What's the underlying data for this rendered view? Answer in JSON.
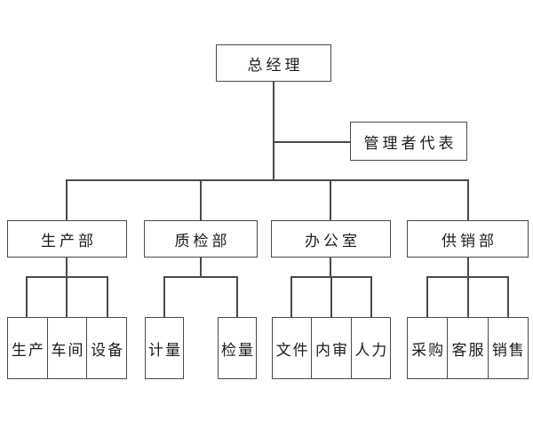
{
  "org_chart": {
    "root": {
      "label": "总经理"
    },
    "staff": {
      "label": "管理者代表"
    },
    "departments": [
      {
        "label": "生产部",
        "children": [
          "生产",
          "车间",
          "设备"
        ]
      },
      {
        "label": "质检部",
        "children": [
          "计量",
          "检量"
        ]
      },
      {
        "label": "办公室",
        "children": [
          "文件",
          "内审",
          "人力"
        ]
      },
      {
        "label": "供销部",
        "children": [
          "采购",
          "客服",
          "销售"
        ]
      }
    ]
  },
  "style": {
    "line_color": "#4a4a4a",
    "text_color": "#1c1c1c",
    "background_color": "#ffffff"
  }
}
